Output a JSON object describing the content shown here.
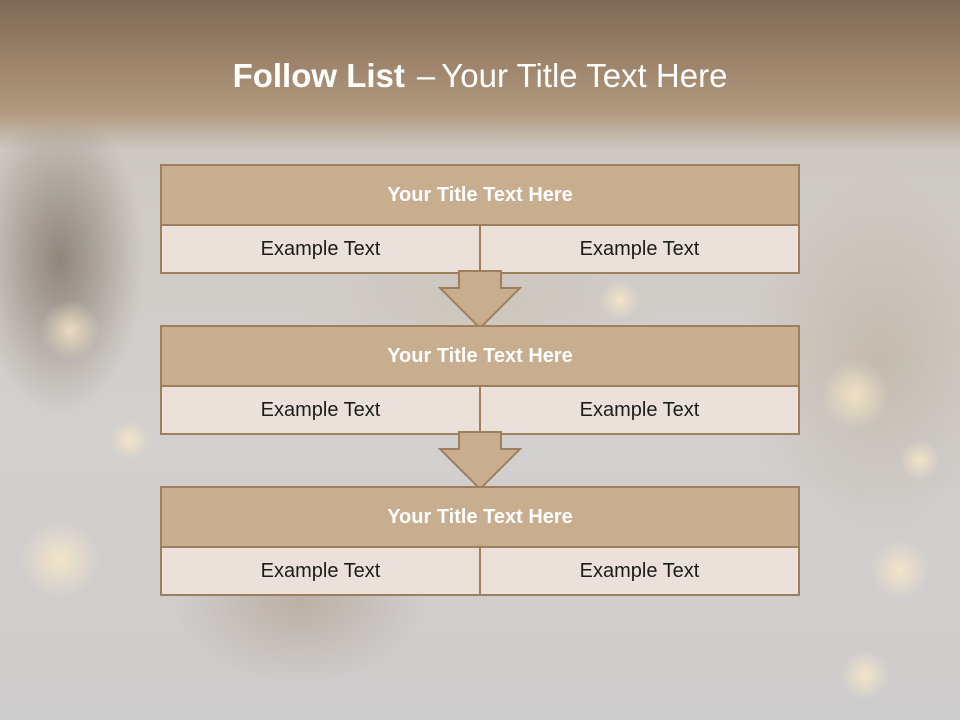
{
  "slide": {
    "title_bold": "Follow List",
    "title_separator": "–",
    "title_rest": "Your Title Text Here"
  },
  "blocks": [
    {
      "title": "Your Title Text Here",
      "cells": [
        "Example Text",
        "Example Text"
      ]
    },
    {
      "title": "Your Title Text Here",
      "cells": [
        "Example Text",
        "Example Text"
      ]
    },
    {
      "title": "Your Title Text Here",
      "cells": [
        "Example Text",
        "Example Text"
      ]
    }
  ],
  "colors": {
    "header_band": "#9b8269",
    "block_title_fill": "#c8ad8f",
    "block_border": "#9f7f5b",
    "cell_fill": "#ebe1da",
    "arrow_fill": "#c8ad8f"
  },
  "icons": [
    "down-arrow-icon",
    "down-arrow-icon"
  ]
}
